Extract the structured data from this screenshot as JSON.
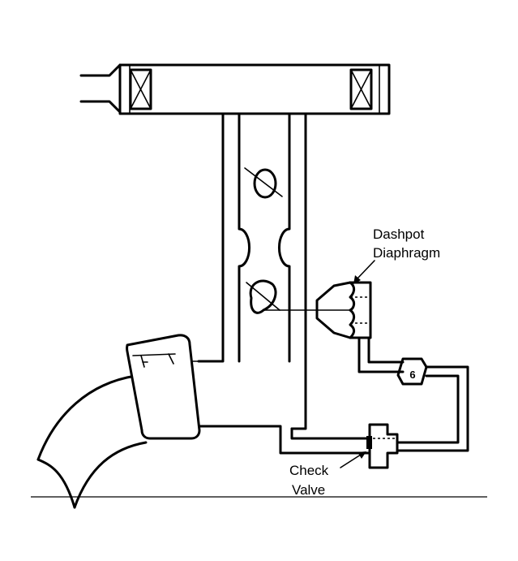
{
  "labels": {
    "dashpot_line1": "Dashpot",
    "dashpot_line2": "Diaphragm",
    "check_line1": "Check",
    "check_line2": "Valve",
    "restrictor_number": "6"
  }
}
